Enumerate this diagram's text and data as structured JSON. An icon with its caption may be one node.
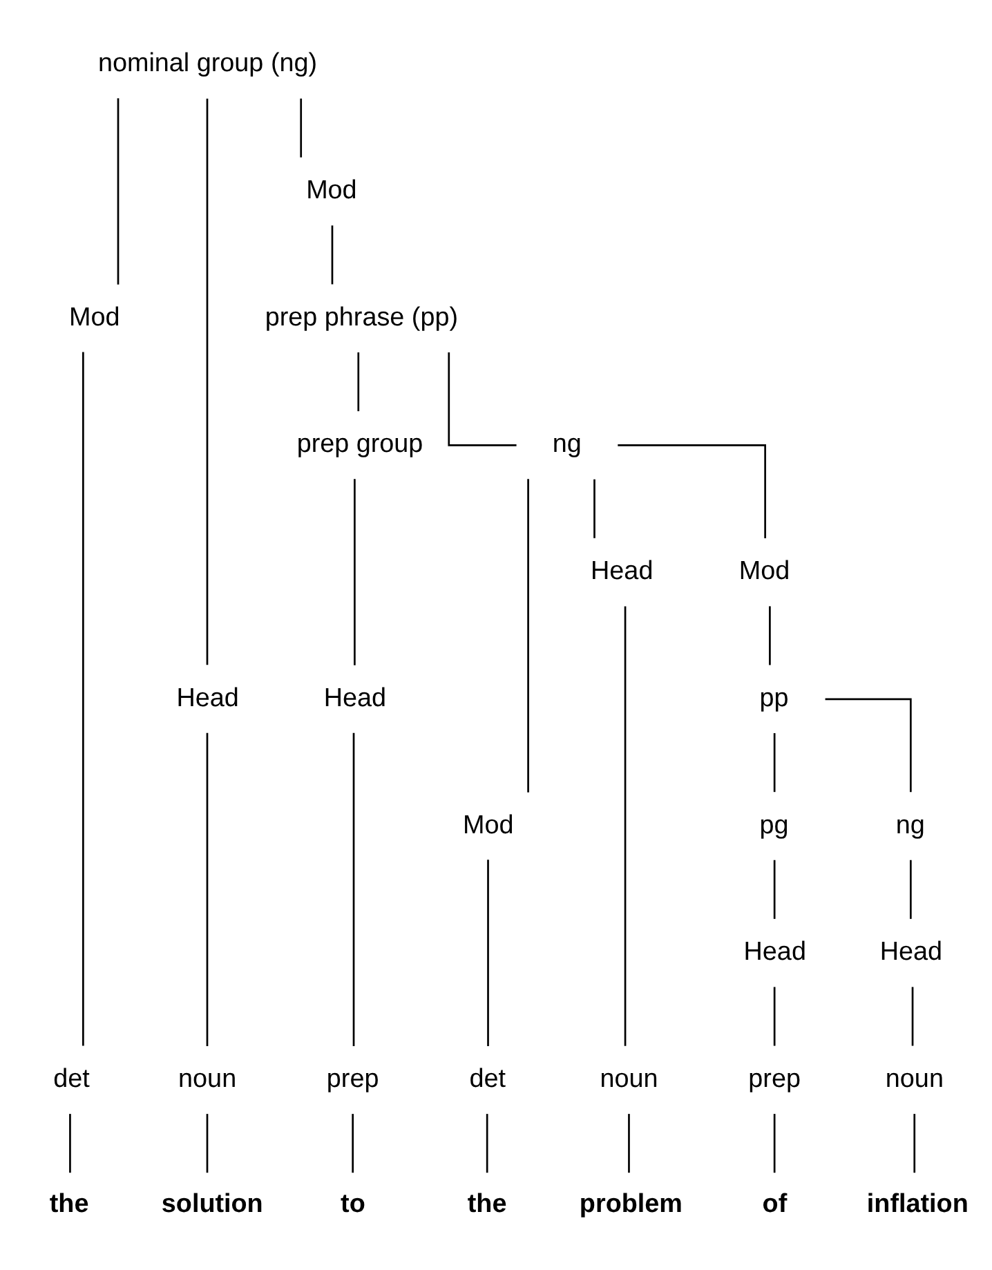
{
  "diagram": {
    "nodes": [
      {
        "text": [
          "nominal group (ng)"
        ]
      },
      {
        "text": [
          "Mod"
        ]
      },
      {
        "text": [
          "Head"
        ]
      },
      {
        "text": [
          "Mod"
        ]
      },
      {
        "text": [
          "prep phrase (pp)"
        ]
      },
      {
        "text": [
          "prep group"
        ]
      },
      {
        "text": [
          "ng"
        ]
      },
      {
        "text": [
          "Head"
        ]
      },
      {
        "text": [
          "Mod"
        ]
      },
      {
        "text": [
          "Head"
        ]
      },
      {
        "text": [
          "Mod"
        ]
      },
      {
        "text": [
          "pp"
        ]
      },
      {
        "text": [
          "pg"
        ]
      },
      {
        "text": [
          "ng"
        ]
      },
      {
        "text": [
          "Head"
        ]
      },
      {
        "text": [
          "Head"
        ]
      },
      {
        "text": [
          "det"
        ]
      },
      {
        "text": [
          "noun"
        ]
      },
      {
        "text": [
          "prep"
        ]
      },
      {
        "text": [
          "det"
        ]
      },
      {
        "text": [
          "noun"
        ]
      },
      {
        "text": [
          "prep"
        ]
      },
      {
        "text": [
          "noun"
        ]
      },
      {
        "text": [
          "the"
        ]
      },
      {
        "text": [
          "solution"
        ]
      },
      {
        "text": [
          "to"
        ]
      },
      {
        "text": [
          "the"
        ]
      },
      {
        "text": [
          "problem"
        ]
      },
      {
        "text": [
          "of"
        ]
      },
      {
        "text": [
          "inflation"
        ]
      }
    ],
    "edges": [
      {
        "from": 0,
        "to": 1,
        "arrow": "none"
      },
      {
        "from": 0,
        "to": 2,
        "arrow": "none"
      },
      {
        "from": 0,
        "to": 3,
        "arrow": "none"
      },
      {
        "from": 1,
        "to": 16,
        "arrow": "none"
      },
      {
        "from": 2,
        "to": 17,
        "arrow": "none"
      },
      {
        "from": 3,
        "to": 4,
        "arrow": "none"
      },
      {
        "from": 4,
        "to": 5,
        "arrow": "none"
      },
      {
        "from": 4,
        "to": 6,
        "arrow": "none"
      },
      {
        "from": 5,
        "to": 7,
        "arrow": "none"
      },
      {
        "from": 7,
        "to": 18,
        "arrow": "none"
      },
      {
        "from": 6,
        "to": 8,
        "arrow": "none"
      },
      {
        "from": 6,
        "to": 9,
        "arrow": "none"
      },
      {
        "from": 6,
        "to": 10,
        "arrow": "none"
      },
      {
        "from": 8,
        "to": 19,
        "arrow": "none"
      },
      {
        "from": 9,
        "to": 20,
        "arrow": "none"
      },
      {
        "from": 10,
        "to": 11,
        "arrow": "none"
      },
      {
        "from": 11,
        "to": 12,
        "arrow": "none"
      },
      {
        "from": 11,
        "to": 13,
        "arrow": "none"
      },
      {
        "from": 12,
        "to": 14,
        "arrow": "none"
      },
      {
        "from": 13,
        "to": 15,
        "arrow": "none"
      },
      {
        "from": 14,
        "to": 21,
        "arrow": "none"
      },
      {
        "from": 15,
        "to": 22,
        "arrow": "none"
      },
      {
        "from": 16,
        "to": 23,
        "arrow": "none"
      },
      {
        "from": 17,
        "to": 24,
        "arrow": "none"
      },
      {
        "from": 18,
        "to": 25,
        "arrow": "none"
      },
      {
        "from": 19,
        "to": 26,
        "arrow": "none"
      },
      {
        "from": 20,
        "to": 27,
        "arrow": "none"
      },
      {
        "from": 21,
        "to": 28,
        "arrow": "none"
      },
      {
        "from": 22,
        "to": 29,
        "arrow": "none"
      }
    ]
  }
}
